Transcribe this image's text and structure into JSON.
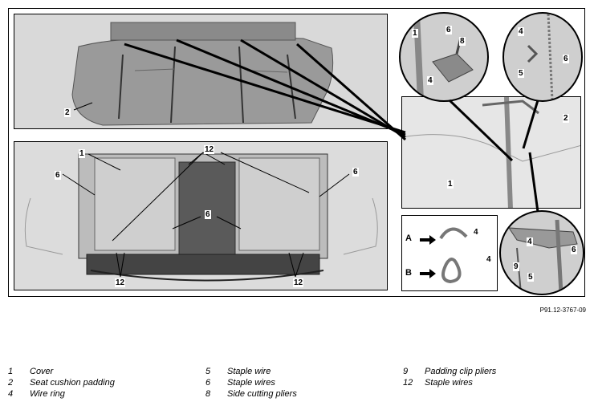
{
  "figure_ref": "P91.12-3767-09",
  "callouts": {
    "top_2": "2",
    "mid_1": "1",
    "mid_12a": "12",
    "mid_6a": "6",
    "mid_6b": "6",
    "mid_6c": "6",
    "mid_12b": "12",
    "mid_12c": "12",
    "c1_1": "1",
    "c1_6": "6",
    "c1_8": "8",
    "c1_4": "4",
    "c2_4": "4",
    "c2_5": "5",
    "c2_6": "6",
    "cu_2": "2",
    "cu_1": "1",
    "ab_A": "A",
    "ab_B": "B",
    "ab_4a": "4",
    "ab_4b": "4",
    "c3_4": "4",
    "c3_9": "9",
    "c3_6": "6",
    "c3_5": "5"
  },
  "legend": {
    "col1": [
      {
        "num": "1",
        "text": "Cover"
      },
      {
        "num": "2",
        "text": "Seat cushion padding"
      },
      {
        "num": "4",
        "text": "Wire ring"
      }
    ],
    "col2": [
      {
        "num": "5",
        "text": "Staple wire"
      },
      {
        "num": "6",
        "text": "Staple wires"
      },
      {
        "num": "8",
        "text": "Side cutting pliers"
      }
    ],
    "col3": [
      {
        "num": "9",
        "text": "Padding clip pliers"
      },
      {
        "num": "12",
        "text": "Staple wires"
      }
    ]
  }
}
